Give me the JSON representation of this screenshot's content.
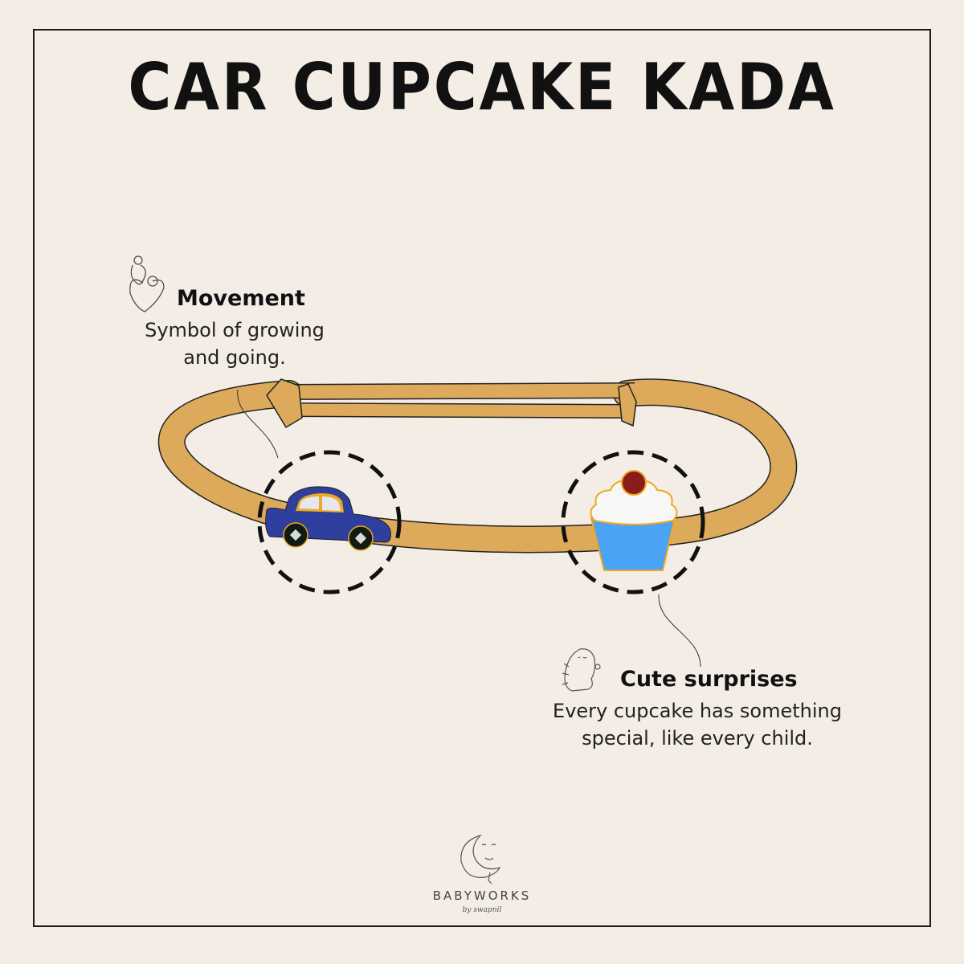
{
  "title": "CAR CUPCAKE KADA",
  "features": [
    {
      "icon": "mother-child-heart-icon",
      "heading": "Movement",
      "lines": [
        "Symbol of growing",
        "and going."
      ]
    },
    {
      "icon": "dinosaur-icon",
      "heading": "Cute surprises",
      "lines": [
        "Every cupcake has something",
        "special, like every child."
      ]
    }
  ],
  "logo": {
    "name": "BABYWORKS",
    "tagline": "by swapnil"
  },
  "colors": {
    "background": "#f3ede6",
    "band": "#dcaa5a",
    "car": "#2e3f9e",
    "cup": "#4aa3f5",
    "cherry": "#8b1c1c",
    "trim": "#f0a820"
  }
}
